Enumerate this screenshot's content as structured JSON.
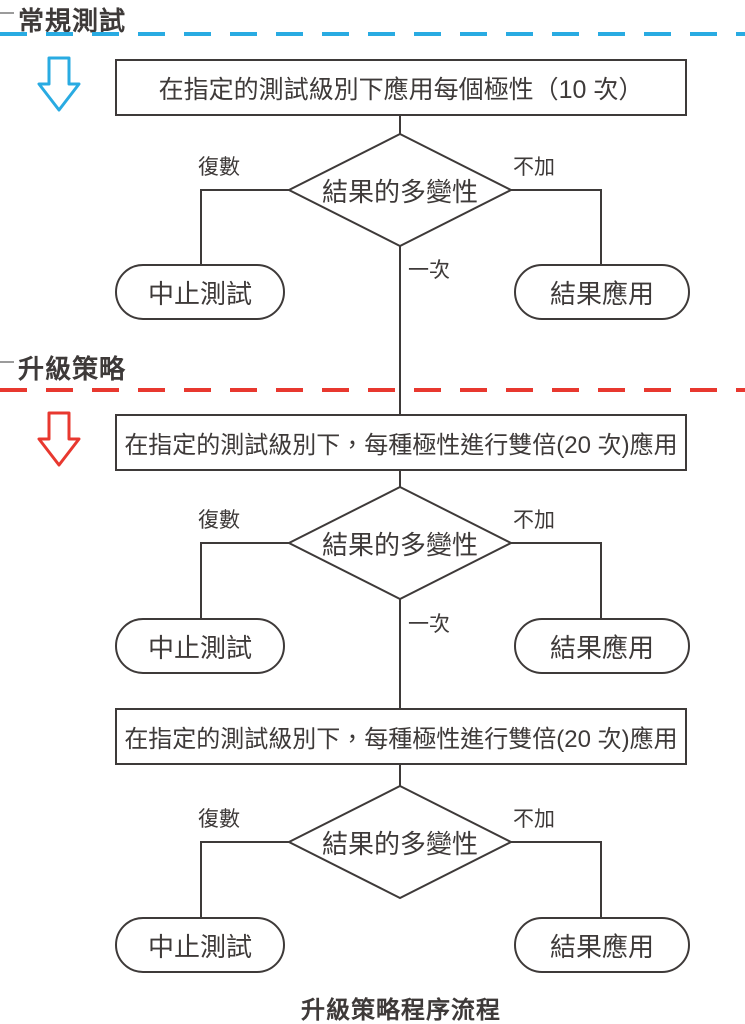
{
  "colors": {
    "ink": "#3e3a39",
    "blue_accent": "#29abe2",
    "red_accent": "#e8382f"
  },
  "sections": {
    "regular": {
      "title": "常規測試"
    },
    "escalation": {
      "title": "升級策略"
    }
  },
  "stages": [
    {
      "step": "在指定的測試級別下應用每個極性（10 次）",
      "decision": "結果的多變性",
      "branch_left": "復數",
      "branch_right": "不加",
      "branch_down": "一次",
      "terminal_left": "中止測試",
      "terminal_right": "結果應用"
    },
    {
      "step": "在指定的測試級別下，每種極性進行雙倍(20 次)應用",
      "decision": "結果的多變性",
      "branch_left": "復數",
      "branch_right": "不加",
      "branch_down": "一次",
      "terminal_left": "中止測試",
      "terminal_right": "結果應用"
    },
    {
      "step": "在指定的測試級別下，每種極性進行雙倍(20 次)應用",
      "decision": "結果的多變性",
      "branch_left": "復數",
      "branch_right": "不加",
      "terminal_left": "中止測試",
      "terminal_right": "結果應用"
    }
  ],
  "caption": "升級策略程序流程"
}
